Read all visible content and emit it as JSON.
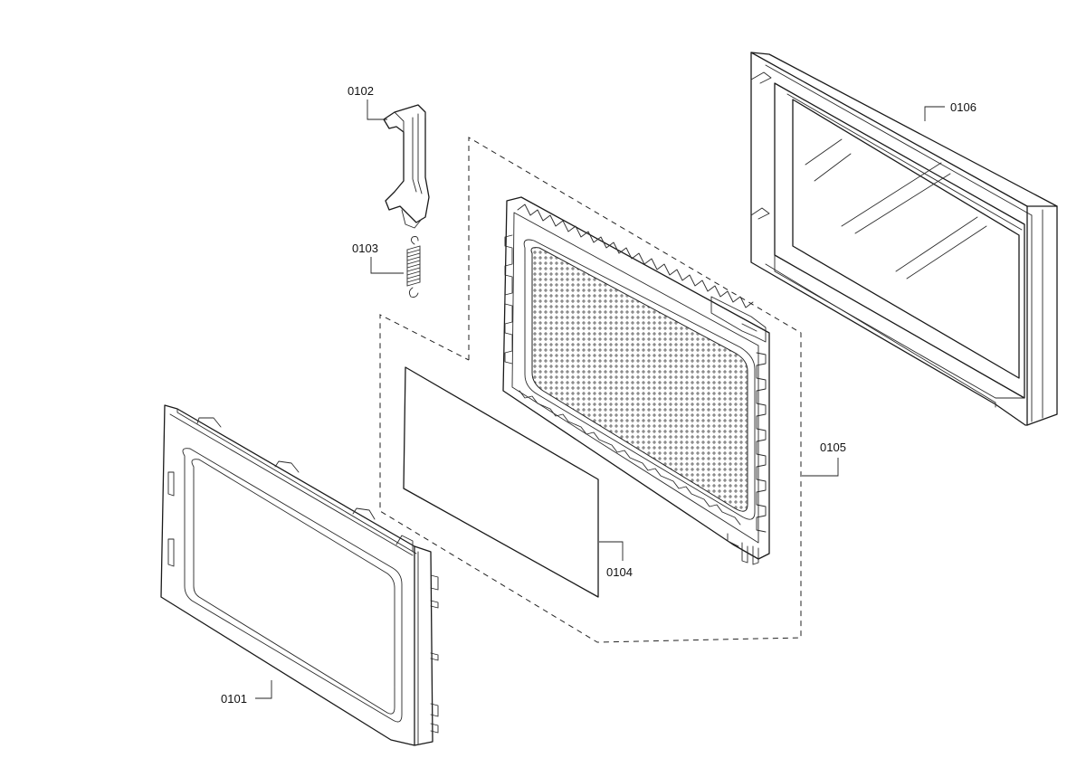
{
  "labels": {
    "p0101": "0101",
    "p0102": "0102",
    "p0103": "0103",
    "p0104": "0104",
    "p0105": "0105",
    "p0106": "0106"
  },
  "colors": {
    "ink": "#1a1a1a",
    "background": "#ffffff"
  }
}
